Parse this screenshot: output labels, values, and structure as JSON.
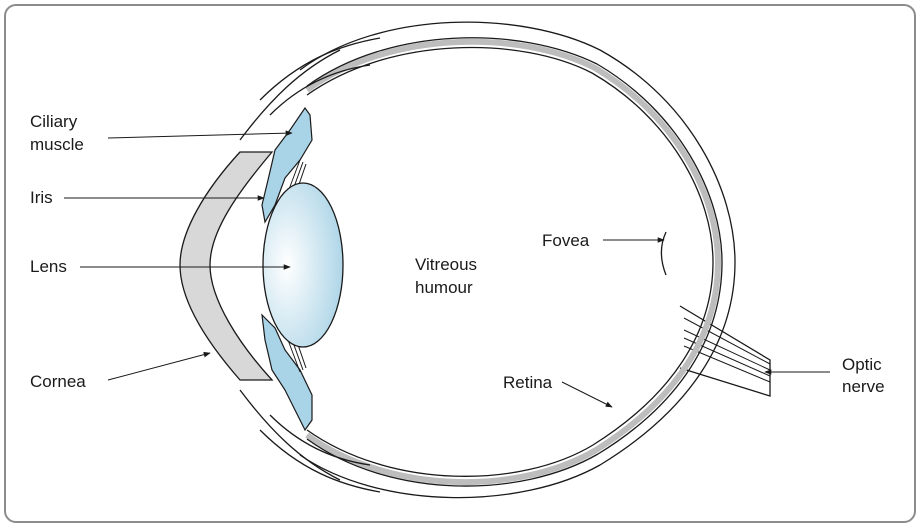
{
  "labels": {
    "ciliary_muscle": [
      "Ciliary",
      "muscle"
    ],
    "iris": "Iris",
    "lens": "Lens",
    "cornea": "Cornea",
    "vitreous_humour": [
      "Vitreous",
      "humour"
    ],
    "fovea": "Fovea",
    "retina": "Retina",
    "optic_nerve": [
      "Optic",
      "nerve"
    ]
  },
  "colors": {
    "tissue_blue": "#a9d3e6",
    "cornea_grey": "#d8d8d8",
    "retina_grey": "#bdbdbd",
    "lens_gradient_center": "#ffffff",
    "lens_gradient_edge": "#a9d3e6",
    "frame": "#8c8c8c"
  }
}
